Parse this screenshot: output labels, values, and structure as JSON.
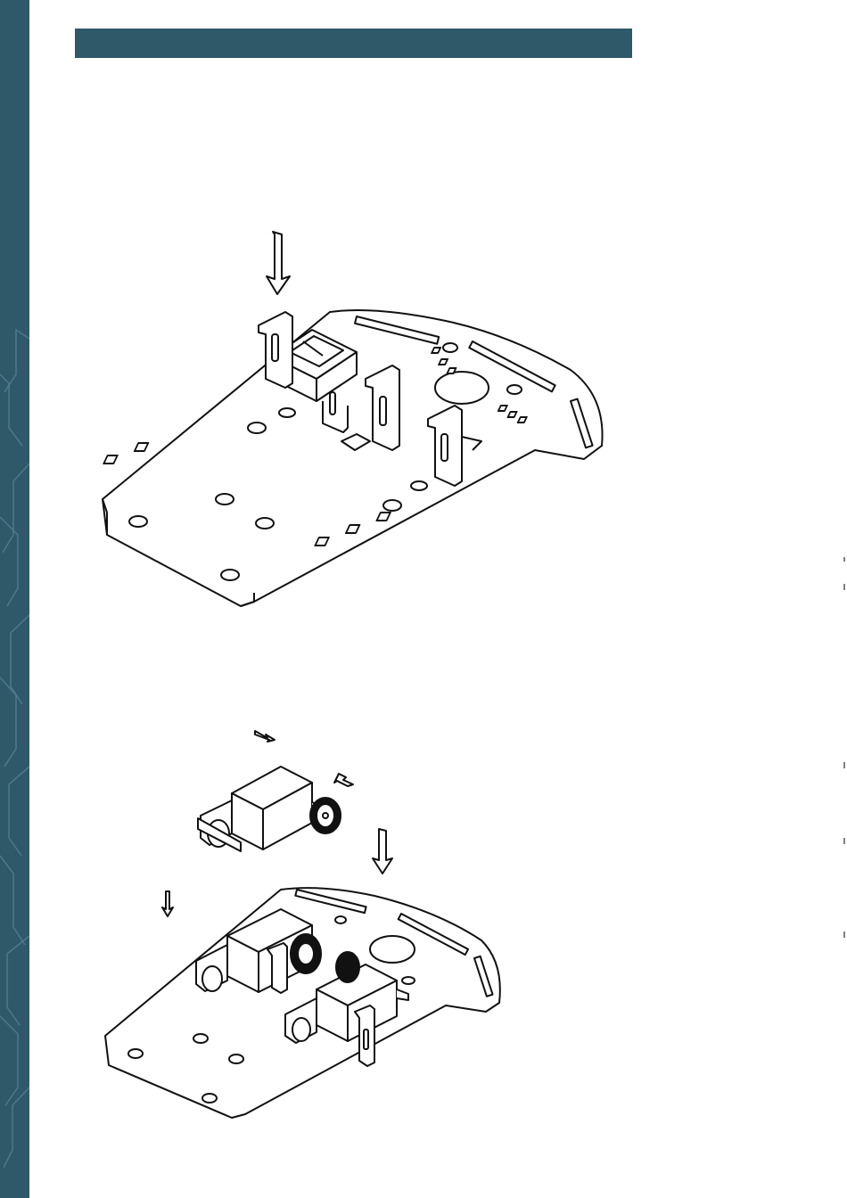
{
  "page": {
    "header_text": "",
    "colors": {
      "accent": "#2f5869",
      "line": "#111111",
      "background": "#ffffff"
    }
  },
  "figures": [
    {
      "id": "step-1",
      "icons": [
        "down-arrow-icon",
        "rocker-switch",
        "chassis-plate",
        "motor-bracket"
      ]
    },
    {
      "id": "step-2",
      "icons": [
        "small-arrow-icon",
        "gear-motor",
        "wheel-hub",
        "down-arrow-icon",
        "chassis-plate"
      ]
    }
  ]
}
